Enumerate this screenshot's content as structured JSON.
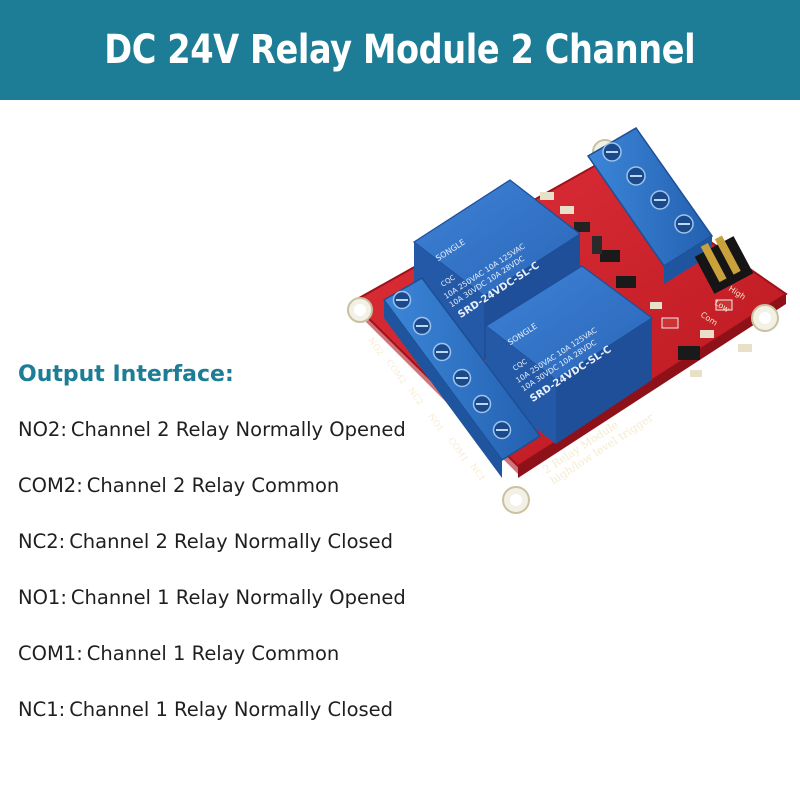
{
  "header": {
    "title": "DC 24V Relay Module 2 Channel"
  },
  "colors": {
    "banner": "#1e7d96",
    "heading": "#1e7d96",
    "pcb": "#d8262e",
    "relay": "#2f6fc4",
    "terminal": "#2f72c8"
  },
  "board": {
    "relay_brand": "SONGLE",
    "relay_model": "SRD-24VDC-SL-C",
    "relay_rating_1": "10A 250VAC 10A 125VAC",
    "relay_rating_2": "10A 30VDC 10A 28VDC",
    "cert_mark": "CQC",
    "caption_1": "2 Relay Module",
    "caption_2": "high/low level trigger",
    "terminal_labels": [
      "NO2",
      "COM2",
      "NC2",
      "NO1",
      "COM1",
      "NC1"
    ],
    "jumper_labels": [
      "High",
      "Low",
      "Com"
    ]
  },
  "output": {
    "heading": "Output Interface:",
    "items": [
      {
        "pin": "NO2",
        "desc": "Channel 2 Relay Normally Opened"
      },
      {
        "pin": "COM2",
        "desc": "Channel 2 Relay Common"
      },
      {
        "pin": "NC2",
        "desc": "Channel 2 Relay Normally Closed"
      },
      {
        "pin": "NO1",
        "desc": "Channel 1 Relay Normally Opened"
      },
      {
        "pin": "COM1",
        "desc": "Channel 1 Relay Common"
      },
      {
        "pin": "NC1",
        "desc": "Channel 1 Relay Normally Closed"
      }
    ]
  }
}
